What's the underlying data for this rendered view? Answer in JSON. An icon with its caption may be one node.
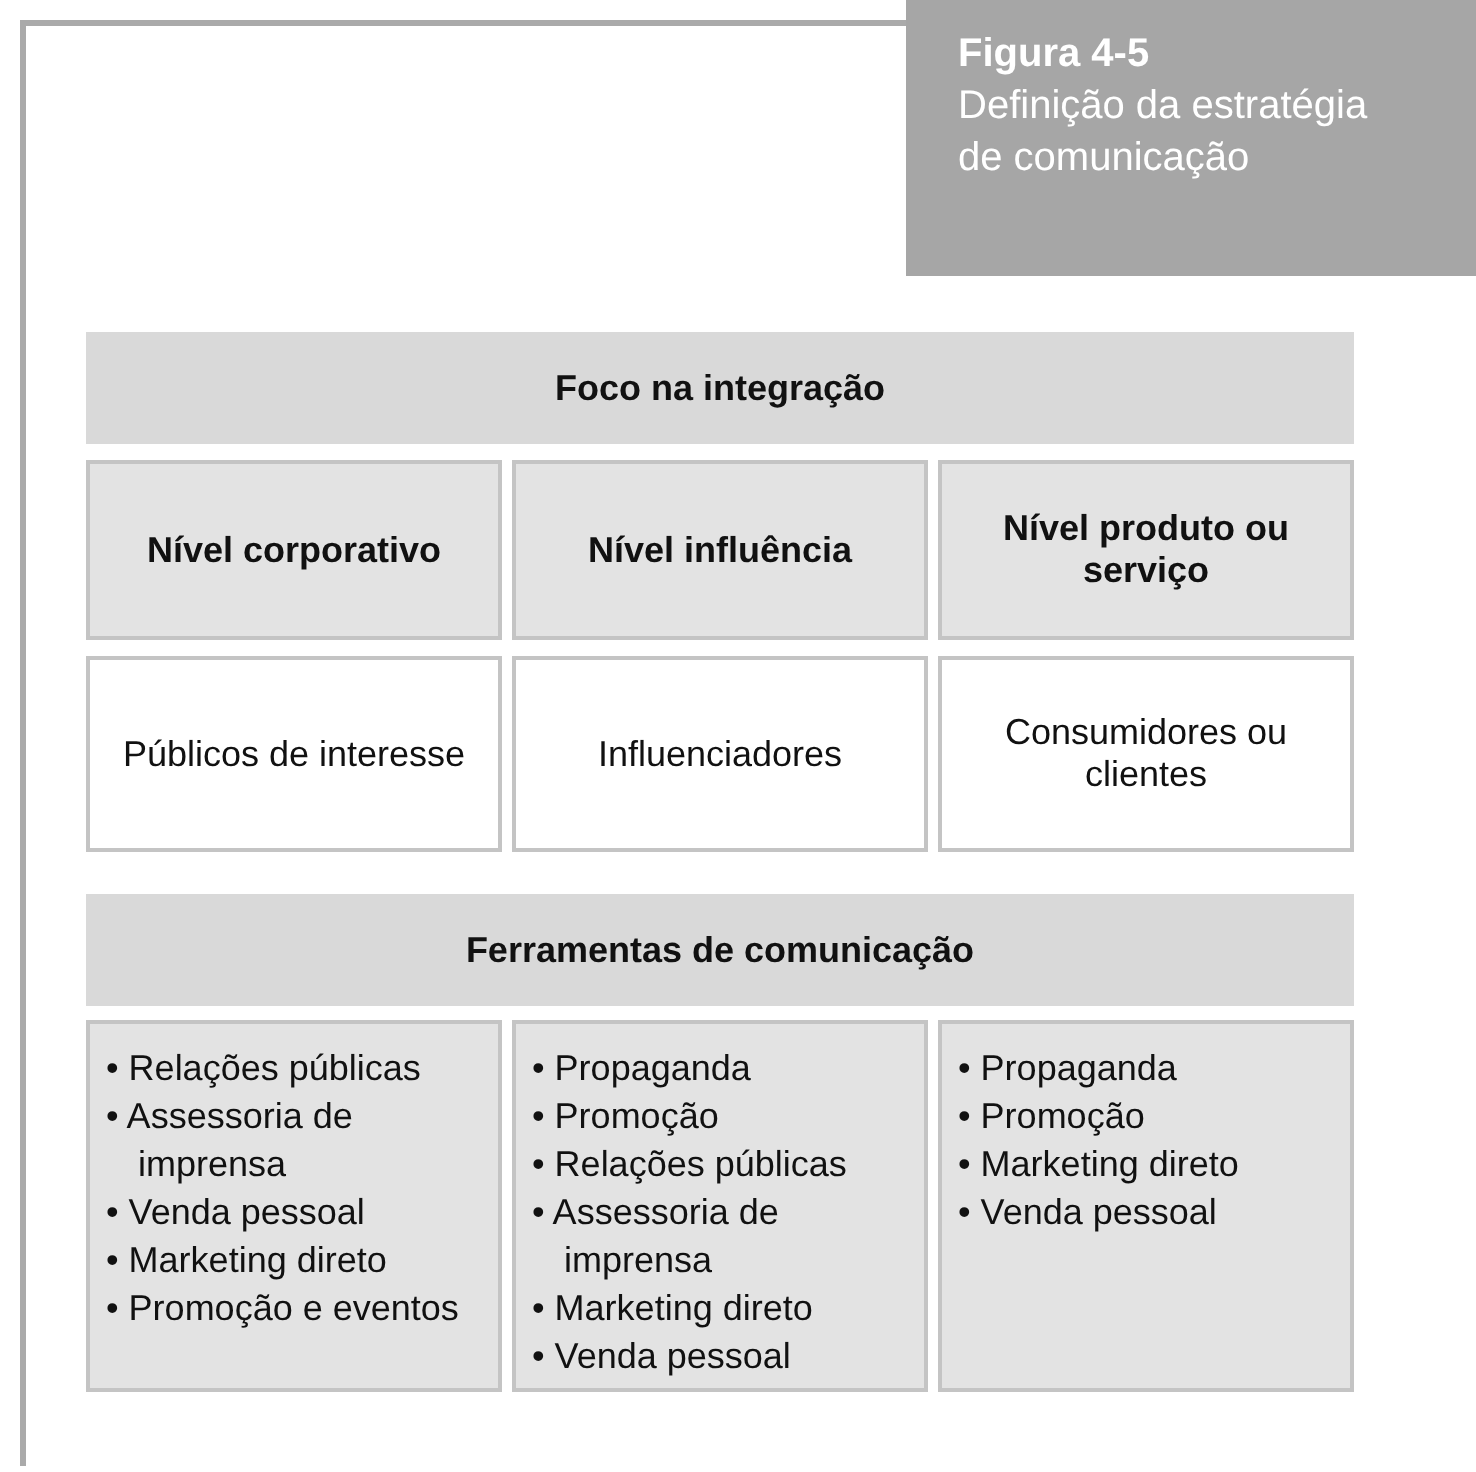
{
  "diagram": {
    "nodes": [
      {
        "text": [
          "Figura 4-5",
          "Definição da estratégia de comunicação"
        ]
      },
      {
        "text": [
          "Foco na integração"
        ]
      },
      {
        "text": [
          "Nível corporativo"
        ]
      },
      {
        "text": [
          "Nível influência"
        ]
      },
      {
        "text": [
          "Nível produto ou serviço"
        ]
      },
      {
        "text": [
          "Públicos de interesse"
        ]
      },
      {
        "text": [
          "Influenciadores"
        ]
      },
      {
        "text": [
          "Consumidores ou clientes"
        ]
      },
      {
        "text": [
          "Ferramentas de comunicação"
        ]
      },
      {
        "text": [
          "• Relações públicas",
          "• Assessoria de imprensa",
          "• Venda pessoal",
          "• Marketing direto",
          "• Promoção e eventos"
        ]
      },
      {
        "text": [
          "• Propaganda",
          "• Promoção",
          "• Relações públicas",
          "• Assessoria de imprensa",
          "• Marketing direto",
          "• Venda pessoal"
        ]
      },
      {
        "text": [
          "• Propaganda",
          "• Promoção",
          "• Marketing direto",
          "• Venda pessoal"
        ]
      }
    ]
  }
}
